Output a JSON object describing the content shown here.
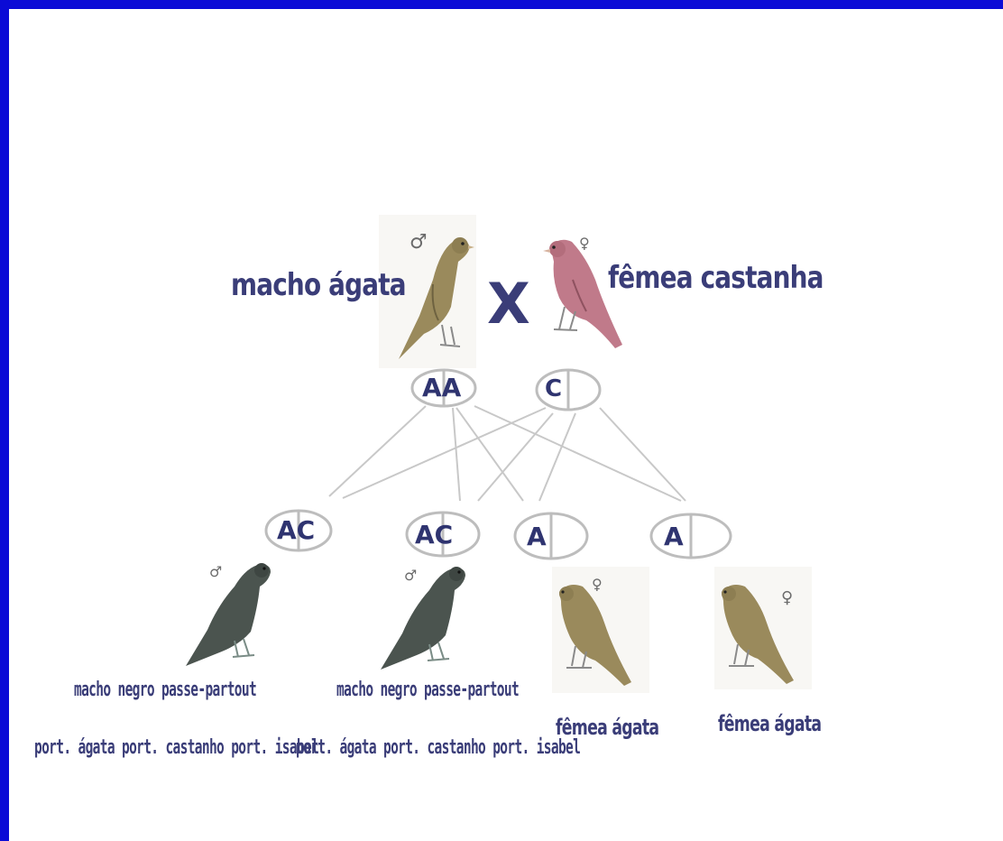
{
  "colors": {
    "frame": "#0b0bd6",
    "text": "#3a3d78",
    "agate_bird": "#9a8a5c",
    "brown_bird": "#c07a8a",
    "black_bird": "#4b544f",
    "lines": "#c8c8c8"
  },
  "parents": {
    "male_label": "macho ágata",
    "female_label": "fêmea castanha",
    "cross_symbol": "X",
    "male_symbol": "♂",
    "female_symbol": "♀",
    "male_genotype": "AA",
    "female_genotype": "C"
  },
  "offspring": [
    {
      "genotype": "AC",
      "symbol": "♂",
      "label_line1": "macho negro passe-partout",
      "label_line2": "port. ágata port. castanho port. isabel"
    },
    {
      "genotype": "AC",
      "symbol": "♂",
      "label_line1": "macho negro passe-partout",
      "label_line2": "port. ágata port. castanho port. isabel"
    },
    {
      "genotype": "A",
      "symbol": "♀",
      "label_line1": "fêmea ágata"
    },
    {
      "genotype": "A",
      "symbol": "♀",
      "label_line1": "fêmea ágata"
    }
  ]
}
